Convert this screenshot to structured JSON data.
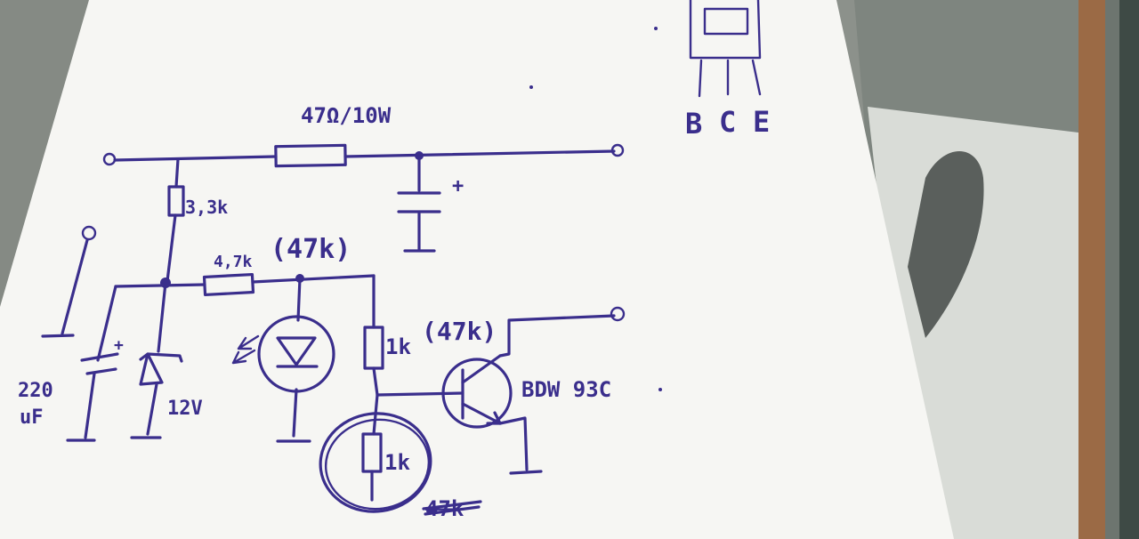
{
  "labels": {
    "r_power": "47Ω/10W",
    "r_bias": "3,3k",
    "r_series": "4,7k",
    "r_series_alt": "(47k)",
    "r_collector": "1k",
    "r_collector_alt": "(47k)",
    "r_base": "1k",
    "r_base_alt": "47k",
    "c_value_top": "220",
    "c_value_bottom": "uF",
    "zener_voltage": "12V",
    "transistor": "BDW 93C",
    "plus": "+",
    "pin_b": "B",
    "pin_c": "C",
    "pin_e": "E"
  },
  "colors": {
    "ink": "#3a2e8c",
    "paper": "#f6f6f3",
    "background": "#8e938c"
  }
}
